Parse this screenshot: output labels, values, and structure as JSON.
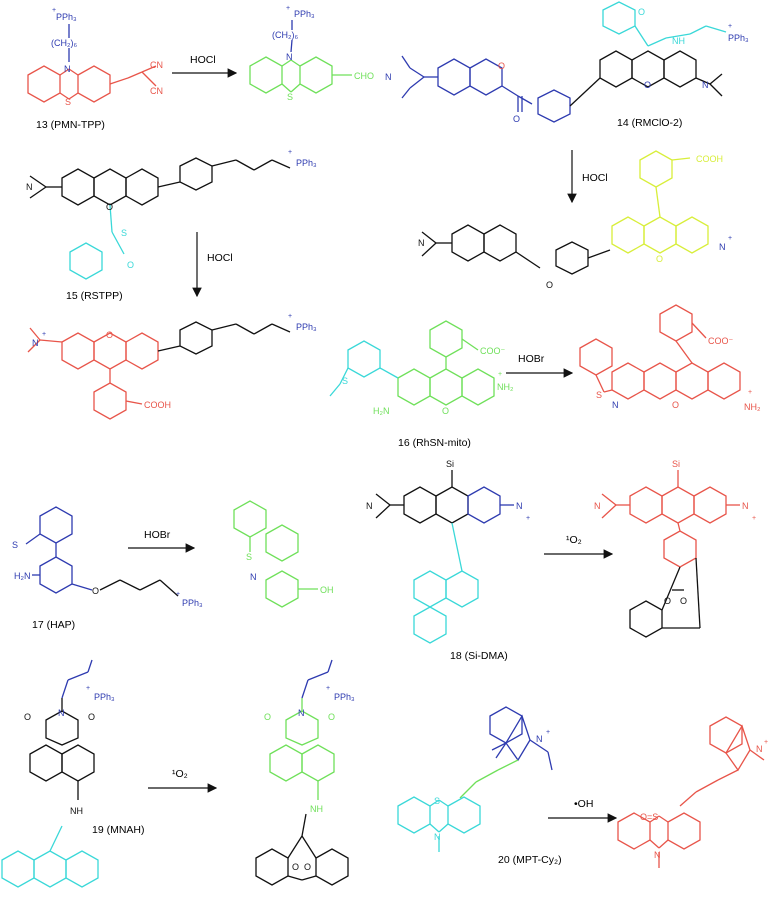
{
  "colors": {
    "red": "#e8554a",
    "green": "#6fe05a",
    "blue": "#2e3bb0",
    "cyan": "#3ad8d8",
    "yellow": "#d8ee3a",
    "black": "#111111"
  },
  "compounds": {
    "c13": "13 (PMN-TPP)",
    "c14": "14 (RMClO-2)",
    "c15": "15 (RSTPP)",
    "c16": "16 (RhSN-mito)",
    "c17": "17 (HAP)",
    "c18": "18 (Si-DMA)",
    "c19": "19 (MNAH)",
    "c20": "20 (MPT-Cy₂)"
  },
  "reagents": {
    "r13": "HOCl",
    "r14": "HOCl",
    "r15": "HOCl",
    "r16": "HOBr",
    "r17": "HOBr",
    "r18": "¹O₂",
    "r19": "¹O₂",
    "r20": "•OH"
  },
  "atoms": {
    "pph3": "PPh₃",
    "plus": "+",
    "ch2_6": "(CH₂)₆",
    "n": "N",
    "s": "S",
    "o": "O",
    "nh": "NH",
    "cn": "CN",
    "cho": "CHO",
    "oh": "OH",
    "cooh": "COOH",
    "coo": "COO⁻",
    "nh2": "NH₂",
    "h2n": "H₂N",
    "si": "Si",
    "so": "O=S"
  }
}
